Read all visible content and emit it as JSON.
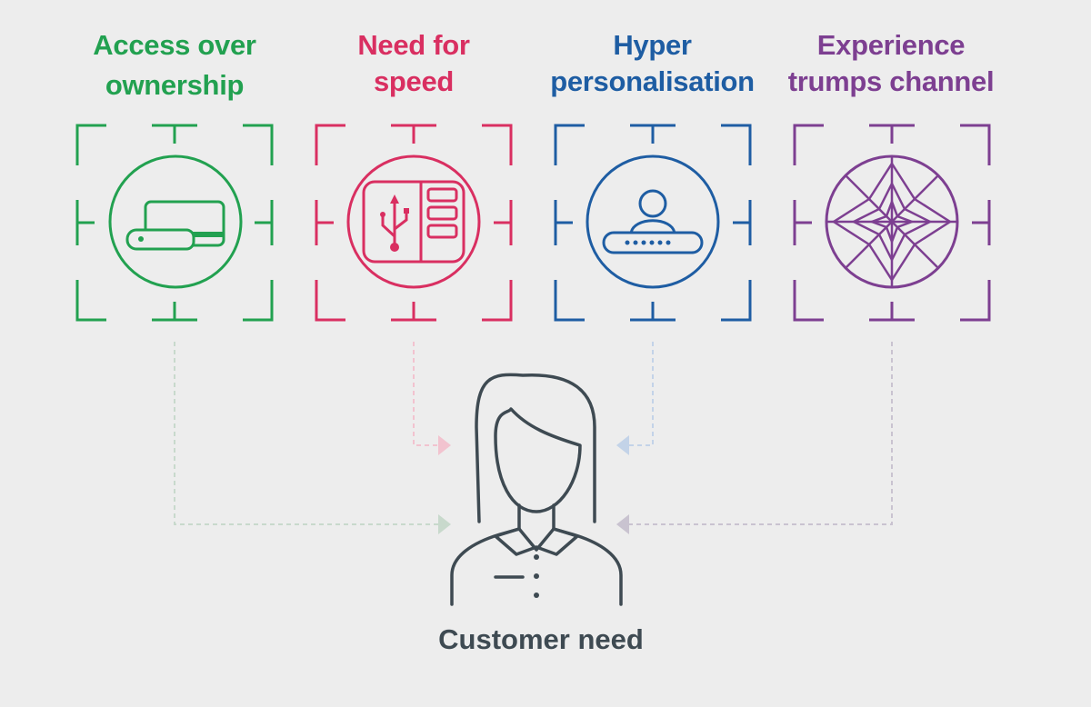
{
  "colors": {
    "background": "#ededed",
    "green": "#22a150",
    "pink": "#d92f61",
    "blue": "#1e5da3",
    "purple": "#7d3f91",
    "dark": "#3e4a52"
  },
  "categories": [
    {
      "line1": "Access over",
      "line2": "ownership",
      "color": "#22a150",
      "icon": "credit-card-icon"
    },
    {
      "line1": "Need for",
      "line2": "speed",
      "color": "#d92f61",
      "icon": "usb-device-icon"
    },
    {
      "line1": "Hyper",
      "line2": "personalisation",
      "color": "#1e5da3",
      "icon": "user-login-icon"
    },
    {
      "line1": "Experience",
      "line2": "trumps channel",
      "color": "#7d3f91",
      "icon": "spider-web-icon"
    }
  ],
  "center": {
    "label": "Customer need",
    "icon": "woman-avatar-icon"
  }
}
